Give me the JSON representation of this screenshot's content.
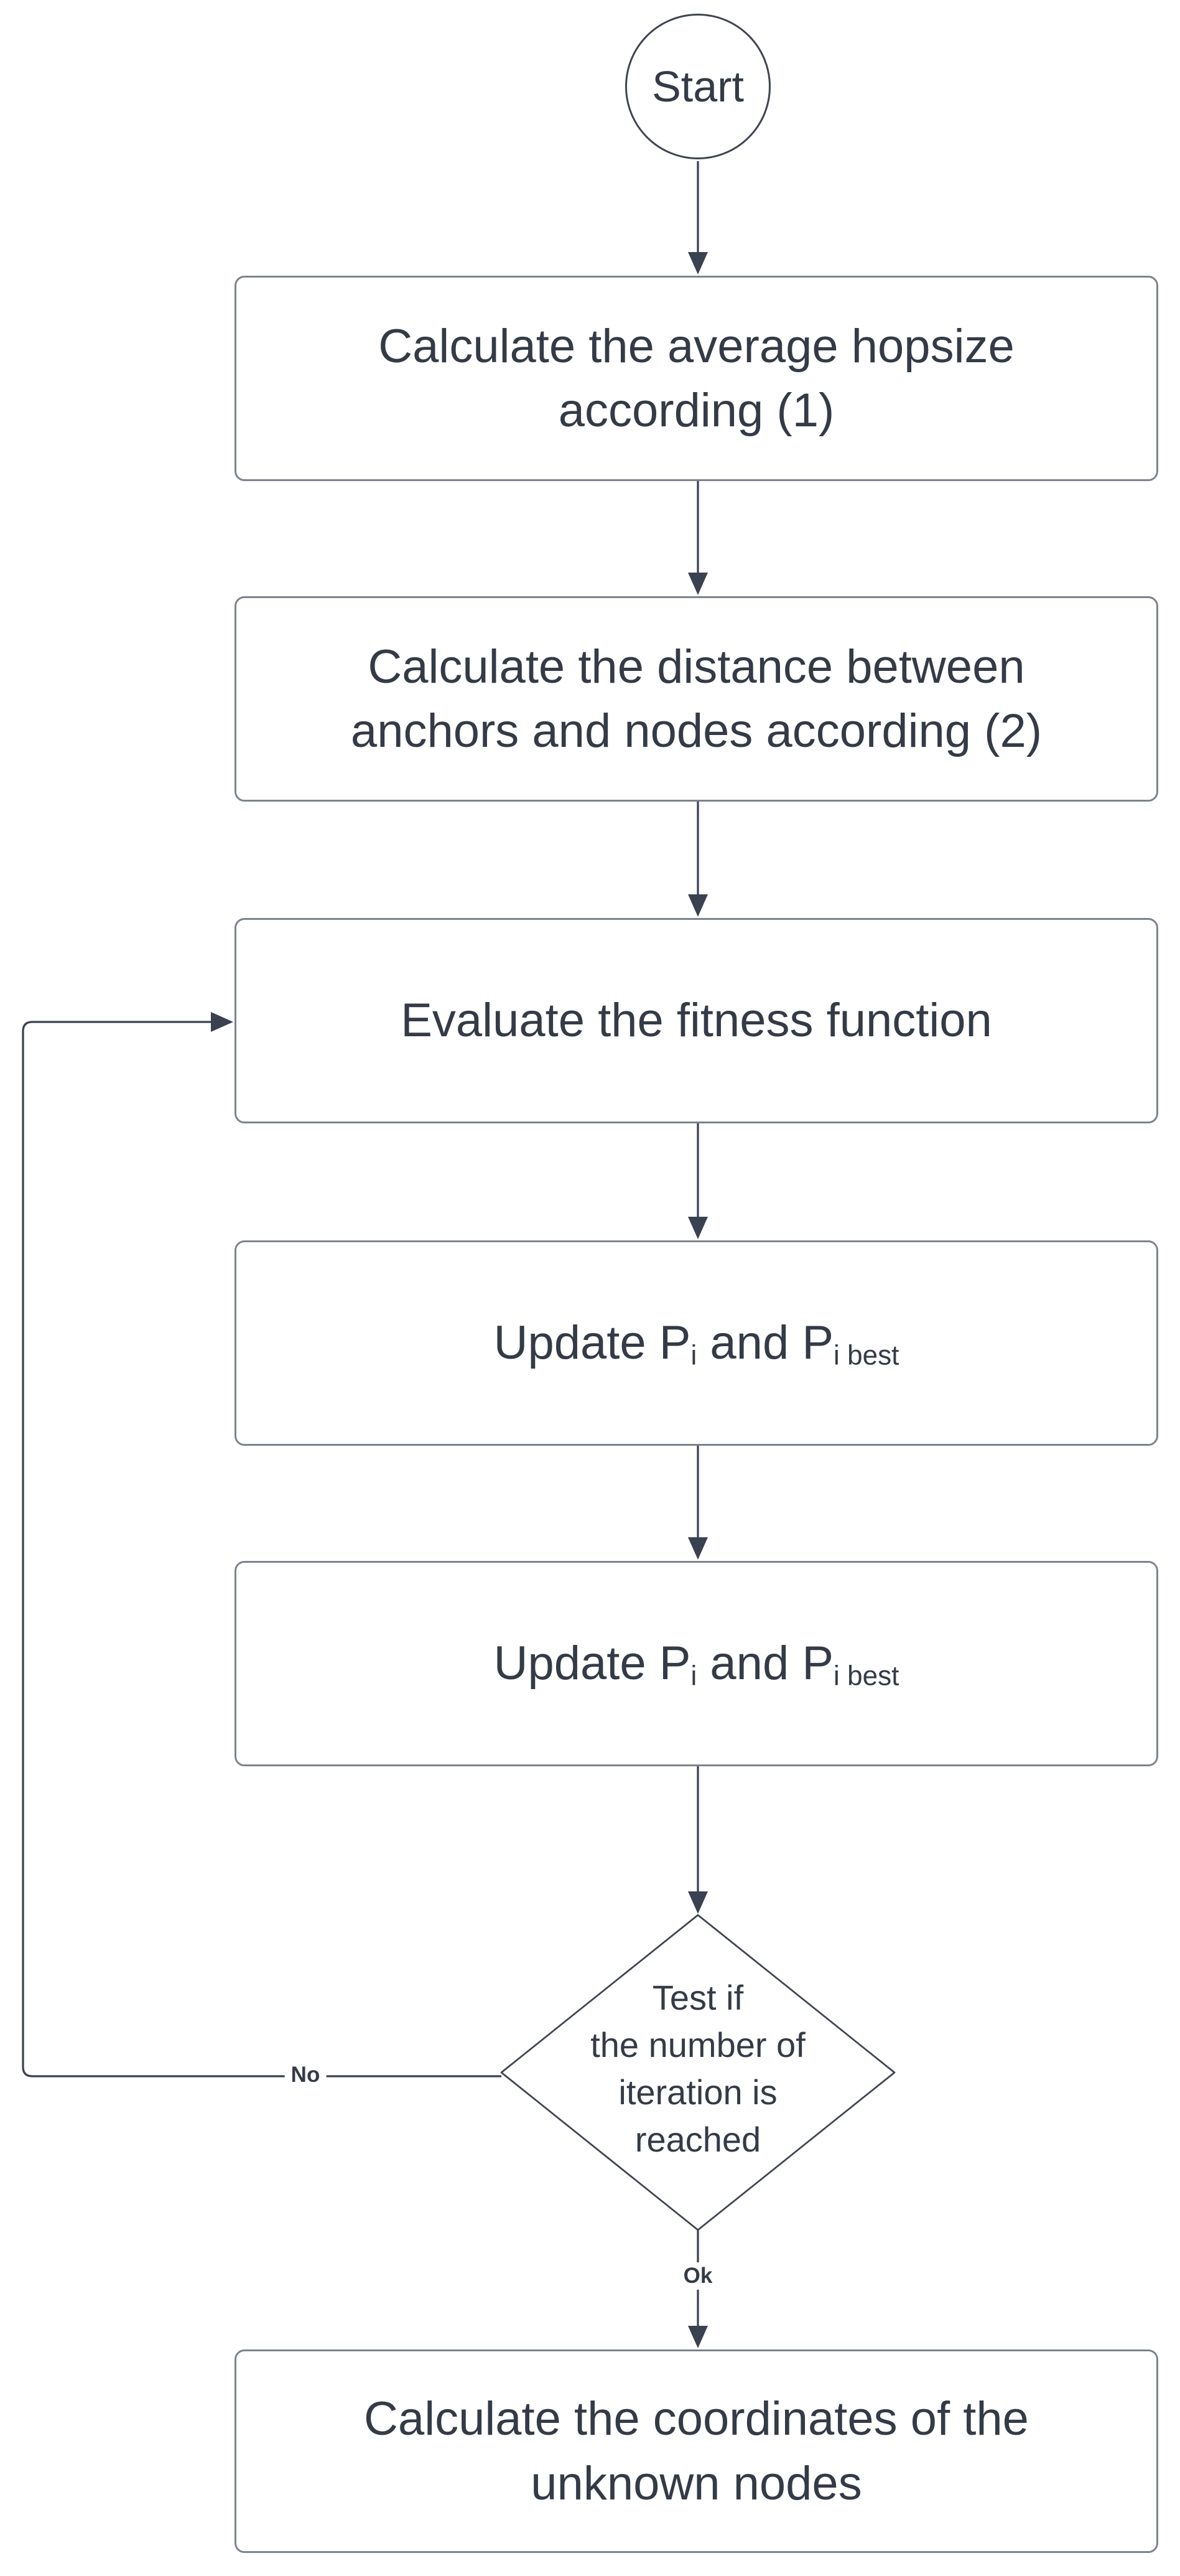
{
  "palette": {
    "background": "#ffffff",
    "ink": "#343b47",
    "stroke_dark": "#3f4550",
    "border_gray": "#7d838e",
    "line": "#3a4150"
  },
  "flowchart": {
    "start": {
      "label": "Start"
    },
    "steps": [
      {
        "lines": [
          "Calculate the average hopsize",
          "according (1)"
        ]
      },
      {
        "lines": [
          "Calculate the distance between",
          "anchors and nodes according (2)"
        ]
      },
      {
        "lines": [
          "Evaluate the fitness function"
        ]
      },
      {
        "rich": {
          "pre": "Update P",
          "sub1": "i",
          "mid": " and P",
          "sub2": "i best"
        }
      },
      {
        "rich": {
          "pre": "Update P",
          "sub1": "i",
          "mid": " and P",
          "sub2": "i best"
        }
      }
    ],
    "decision": {
      "lines": [
        "Test if",
        "the number of",
        "iteration is",
        "reached"
      ]
    },
    "final": {
      "lines": [
        "Calculate the coordinates of the",
        "unknown nodes"
      ]
    },
    "edge_labels": {
      "no": "No",
      "ok": "Ok"
    }
  }
}
